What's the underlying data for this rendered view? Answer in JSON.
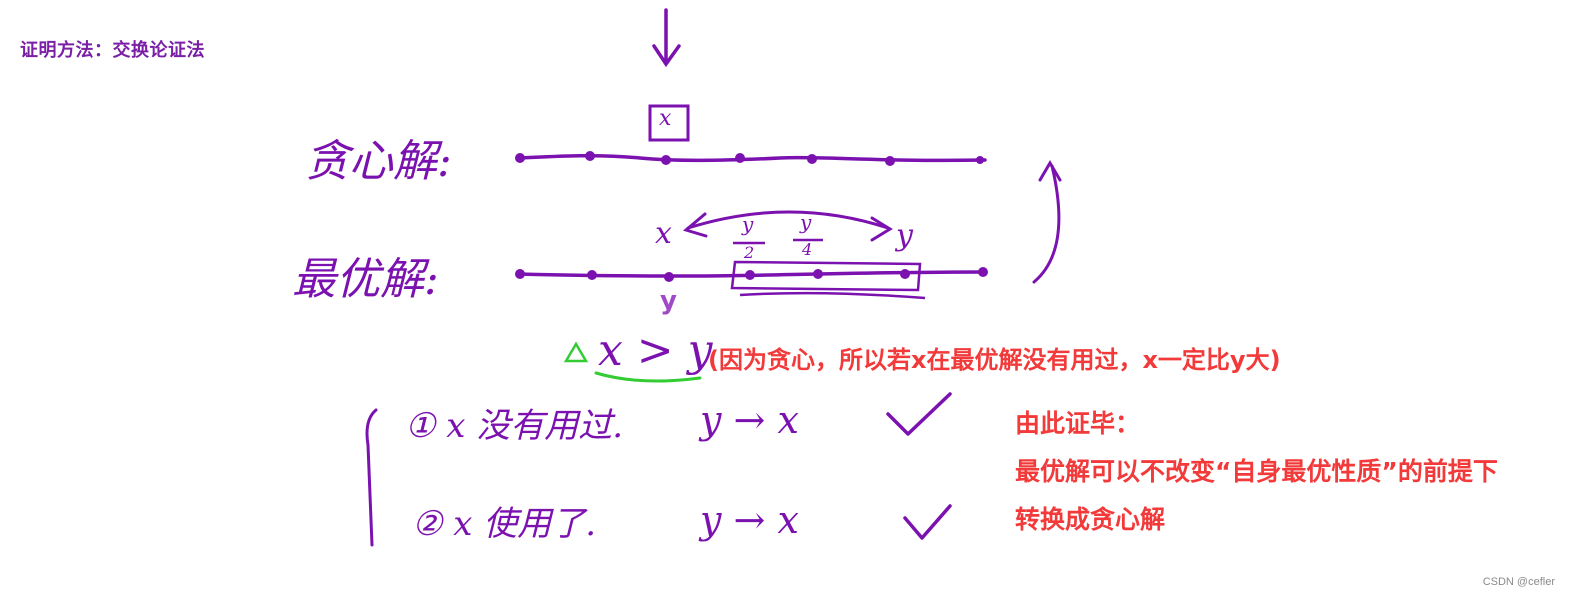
{
  "title": "证明方法：交换论证法",
  "labels": {
    "greedy": "贪心解:",
    "optimal": "最优解:",
    "x_left": "x",
    "y_right": "y",
    "frac1_top": "y",
    "frac1_bottom": "2",
    "frac2_top": "y",
    "frac2_bottom": "4",
    "y_below": "y",
    "boxed_x": "x"
  },
  "inequality": "x > y",
  "note": "(因为贪心，所以若x在最优解没有用过，x一定比y大)",
  "cases": [
    {
      "text": "① x 没有用过.",
      "mapping": "y → x"
    },
    {
      "text": "② x 使用了.",
      "mapping": "y → x"
    }
  ],
  "conclusion": {
    "line1": "由此证毕：",
    "line2": "最优解可以不改变“自身最优性质”的前提下",
    "line3": "转换成贪心解"
  },
  "watermark": "CSDN @cefler",
  "colors": {
    "ink": "#7b12b0",
    "red": "#f23a3a",
    "green": "#33cc33"
  }
}
